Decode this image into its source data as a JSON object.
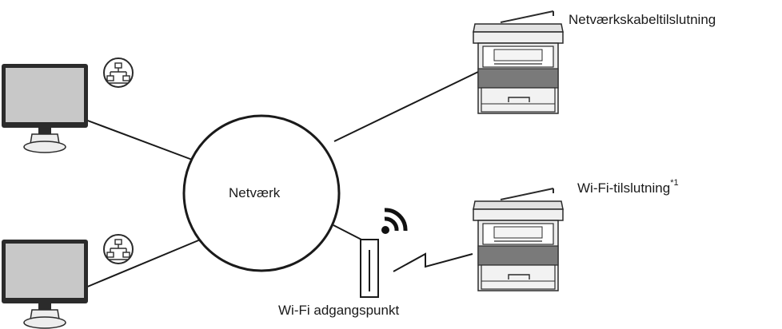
{
  "diagram": {
    "network_label": "Netværk",
    "cable_connection_label": "Netværkskabeltilslutning",
    "wifi_connection_label": "Wi-Fi-tilslutning",
    "wifi_connection_footnote": "*1",
    "access_point_label": "Wi-Fi adgangspunkt"
  },
  "icons": [
    "computer-icon",
    "network-icon",
    "printer-icon",
    "wifi-signal-icon",
    "access-point-icon",
    "lightning-icon"
  ],
  "colors": {
    "line": "#1a1a1a",
    "device_body": "#ececec",
    "device_dark": "#7a7a7a",
    "screen": "#c8c8c8"
  }
}
